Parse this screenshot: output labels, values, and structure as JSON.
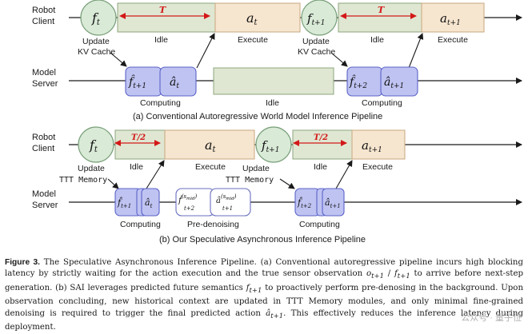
{
  "pipeline_a": {
    "client_label_1": "Robot",
    "client_label_2": "Client",
    "server_label_1": "Model",
    "server_label_2": "Server",
    "T_label": "T",
    "idle": "Idle",
    "execute": "Execute",
    "update_1": "Update",
    "update_2": "KV Cache",
    "computing": "Computing",
    "title": "(a) Conventional Autoregressive World Model Inference Pipeline"
  },
  "pipeline_b": {
    "client_label_1": "Robot",
    "client_label_2": "Client",
    "server_label_1": "Model",
    "server_label_2": "Server",
    "T_half_label": "T/2",
    "idle": "Idle",
    "execute": "Execute",
    "update_1": "Update",
    "update_2": "TTT Memory",
    "computing": "Computing",
    "pre_denoising": "Pre-denoising",
    "title": "(b) Our Speculative Asynchronous Inference Pipeline"
  },
  "caption": {
    "figure_label": "Figure 3.",
    "sentences": [
      " The Speculative Asynchronous Inference Pipeline. (a) Conventional autoregressive pipeline incurs high blocking latency by strictly waiting for the action execution and the true sensor observation ",
      " to arrive before next-step generation. (b) SAI leverages predicted future semantics ",
      " to proactively perform pre-denosing in the background. Upon observation concluding, new historical context are updated in TTT Memory modules, and only minimal fine-grained denoising is required to trigger the final predicted action ",
      ". This effectively reduces the inference latency during deployment."
    ],
    "math": [
      "o",
      "t+1",
      " / ",
      "f",
      "t+1",
      "f",
      "t+1",
      "â",
      "t+1"
    ]
  },
  "watermark": "公众号 · 量子位",
  "colors": {
    "circle_fill": "#d9ead7",
    "circle_stroke": "#7aa07a",
    "idle_fill": "#dfe7d2",
    "execute_fill": "#f6e5cf",
    "compute_fill": "#bfc3f2",
    "compute_stroke": "#5b63c7",
    "red": "#d31818"
  }
}
